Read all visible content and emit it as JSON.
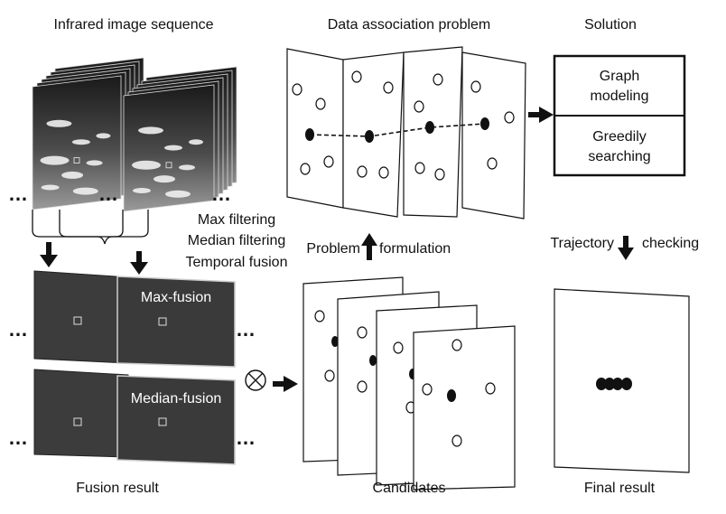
{
  "titles": {
    "infrared": "Infrared image sequence",
    "data_association": "Data association problem",
    "solution": "Solution"
  },
  "filtering": {
    "max": "Max filtering",
    "median": "Median filtering",
    "temporal": "Temporal fusion"
  },
  "fusion": {
    "max_label": "Max-fusion",
    "median_label": "Median-fusion",
    "caption": "Fusion result"
  },
  "middle": {
    "problem": "Problem",
    "formulation": "formulation",
    "candidates_caption": "Candidates"
  },
  "solution_box": {
    "graph_line1": "Graph",
    "graph_line2": "modeling",
    "greedy_line1": "Greedily",
    "greedy_line2": "searching"
  },
  "trajectory": {
    "left": "Trajectory",
    "right": "checking"
  },
  "final_caption": "Final result",
  "ellipsis": "…",
  "otimes": "⊗",
  "colors": {
    "frame_dark": "#3a3a3a",
    "frame_sky": "#5a5a5a",
    "cloud": "#f2f2f2",
    "ink": "#111111",
    "white": "#ffffff"
  }
}
